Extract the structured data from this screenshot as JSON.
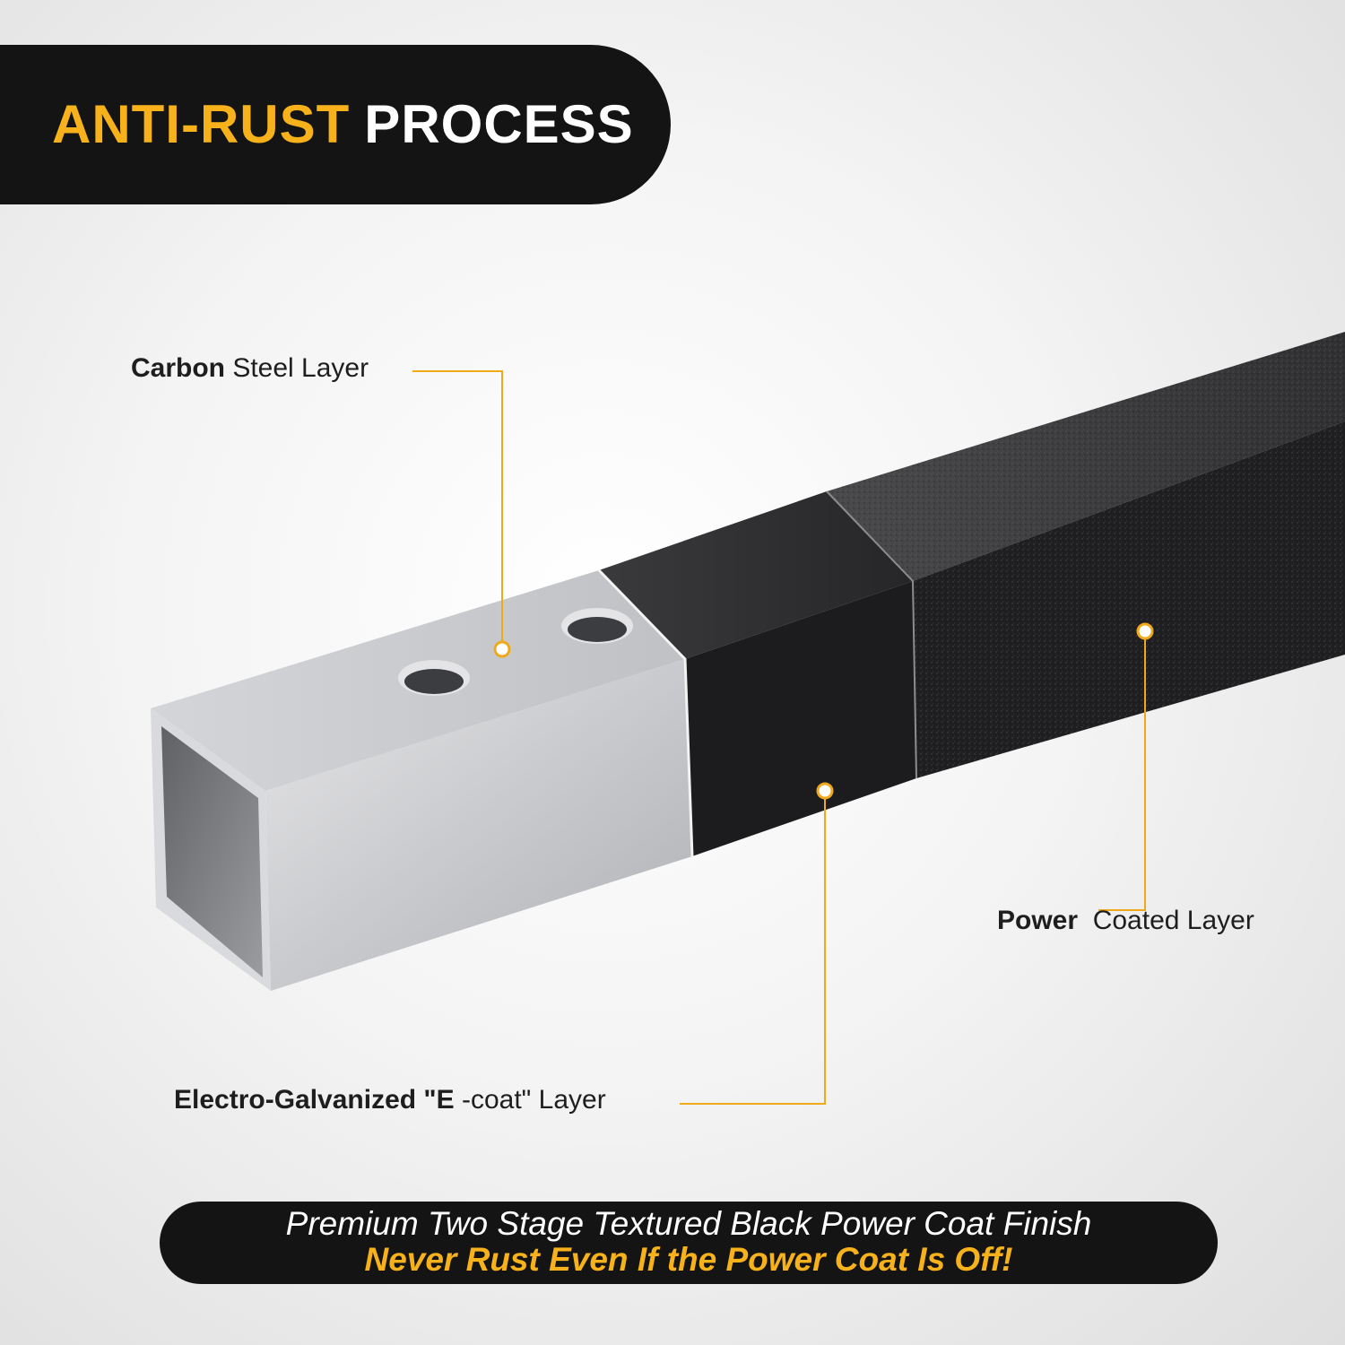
{
  "title": {
    "accent": "ANTI-RUST",
    "rest": "PROCESS"
  },
  "labels": {
    "carbon": {
      "bold": "Carbon",
      "rest": " Steel Layer"
    },
    "power": {
      "bold": "Power",
      "rest": "  Coated Layer"
    },
    "egalv": {
      "bold": "Electro-Galvanized \"E",
      "rest": " -coat\" Layer"
    }
  },
  "bottom": {
    "line1": "Premium Two Stage Textured Black Power Coat Finish",
    "line2": "Never Rust Even If the Power Coat Is Off!"
  },
  "colors": {
    "accent": "#f7b21b",
    "banner": "#141414",
    "callout_line": "#f0a91b"
  }
}
